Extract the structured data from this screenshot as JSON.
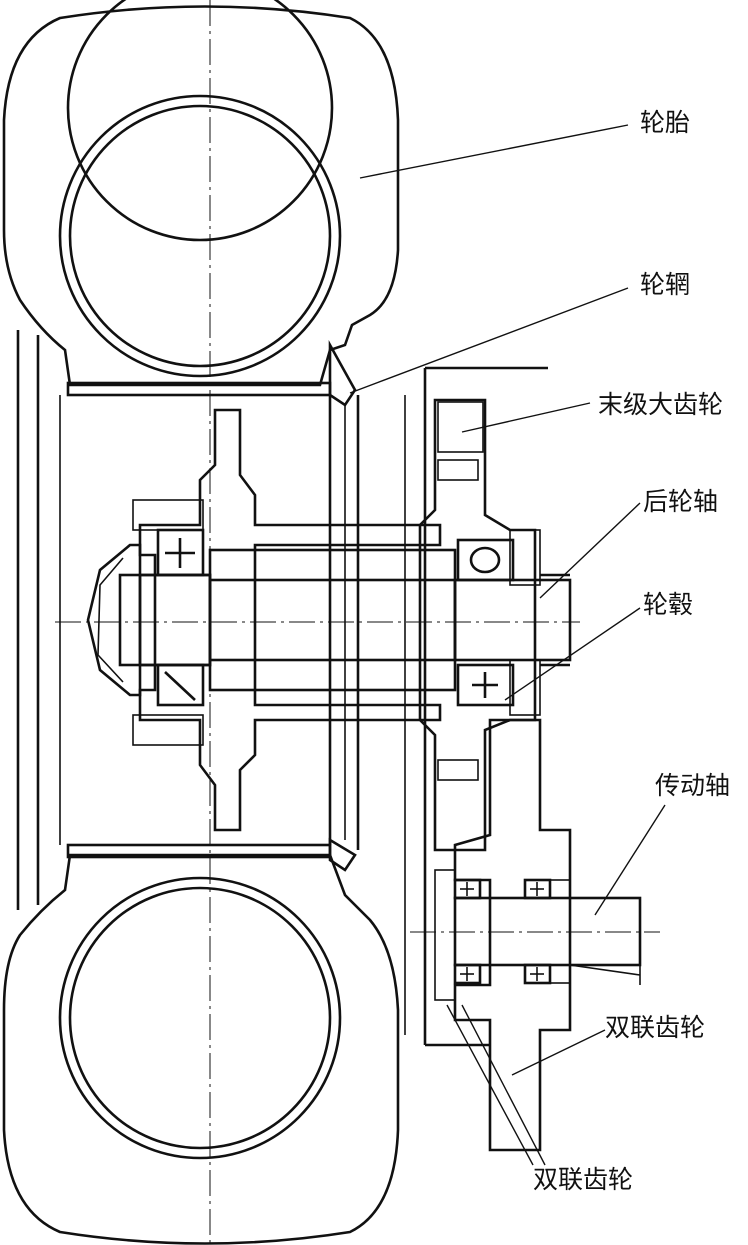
{
  "labels": {
    "tire": "轮胎",
    "rim": "轮辋",
    "final_gear": "末级大齿轮",
    "rear_axle": "后轮轴",
    "hub": "轮毂",
    "drive_shaft": "传动轴",
    "double_gear_right": "双联齿轮",
    "double_gear_bottom": "双联齿轮"
  },
  "colors": {
    "line": "#111111",
    "background": "#ffffff"
  }
}
